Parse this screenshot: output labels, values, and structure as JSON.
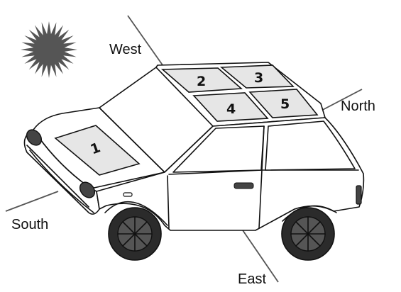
{
  "diagram": {
    "directions": {
      "west": "West",
      "north": "North",
      "south": "South",
      "east": "East"
    },
    "panels": [
      "1",
      "2",
      "3",
      "4",
      "5"
    ],
    "icons": {
      "sun": "sun-icon"
    },
    "colors": {
      "sun": "#555555",
      "panel": "#e6e6e6",
      "outline": "#111111",
      "tire": "#2b2b2b"
    }
  }
}
